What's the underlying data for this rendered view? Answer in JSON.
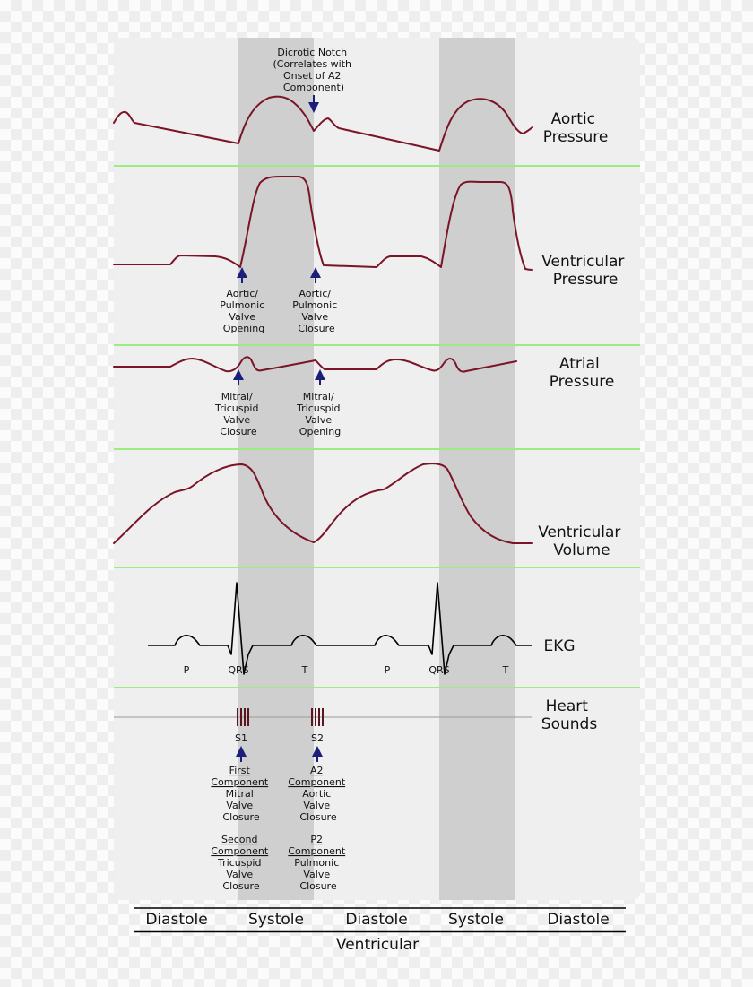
{
  "diagram": {
    "rows": [
      {
        "id": "aortic",
        "lines": [
          "Aortic",
          "Pressure"
        ]
      },
      {
        "id": "ventricular-pressure",
        "lines": [
          "Ventricular",
          "Pressure"
        ]
      },
      {
        "id": "atrial",
        "lines": [
          "Atrial",
          "Pressure"
        ]
      },
      {
        "id": "volume",
        "lines": [
          "Ventricular",
          "Volume"
        ]
      },
      {
        "id": "ekg",
        "lines": [
          "EKG"
        ]
      },
      {
        "id": "heart-sounds",
        "lines": [
          "Heart",
          "Sounds"
        ]
      }
    ],
    "annotations": {
      "dicrotic_notch": [
        "Dicrotic Notch",
        "(Correlates with",
        "Onset of A2",
        "Component)"
      ],
      "valve_opening": [
        "Aortic/",
        "Pulmonic",
        "Valve",
        "Opening"
      ],
      "valve_closure": [
        "Aortic/",
        "Pulmonic",
        "Valve",
        "Closure"
      ],
      "mitral_closure": [
        "Mitral/",
        "Tricuspid",
        "Valve",
        "Closure"
      ],
      "mitral_opening": [
        "Mitral/",
        "Tricuspid",
        "Valve",
        "Opening"
      ]
    },
    "ekg_labels": [
      "P",
      "QRS",
      "T",
      "P",
      "QRS",
      "T"
    ],
    "sounds": {
      "s1_label": "S1",
      "s2_label": "S2",
      "s1_text": {
        "first": [
          "First",
          "Component",
          "Mitral",
          "Valve",
          "Closure"
        ],
        "second": [
          "Second",
          "Component",
          "Tricuspid",
          "Valve",
          "Closure"
        ]
      },
      "s2_text": {
        "first": [
          "A2",
          "Component",
          "Aortic",
          "Valve",
          "Closure"
        ],
        "second": [
          "P2",
          "Component",
          "Pulmonic",
          "Valve",
          "Closure"
        ]
      }
    },
    "phases": [
      "Diastole",
      "Systole",
      "Diastole",
      "Systole",
      "Diastole"
    ],
    "phase_caption": "Ventricular",
    "colors": {
      "curve": "#7a1426",
      "divider": "#9aed7e",
      "systole_band": "#cfcfcf",
      "panel": "#efefef",
      "arrow": "#1b1f7a",
      "ekg": "#000000"
    }
  }
}
